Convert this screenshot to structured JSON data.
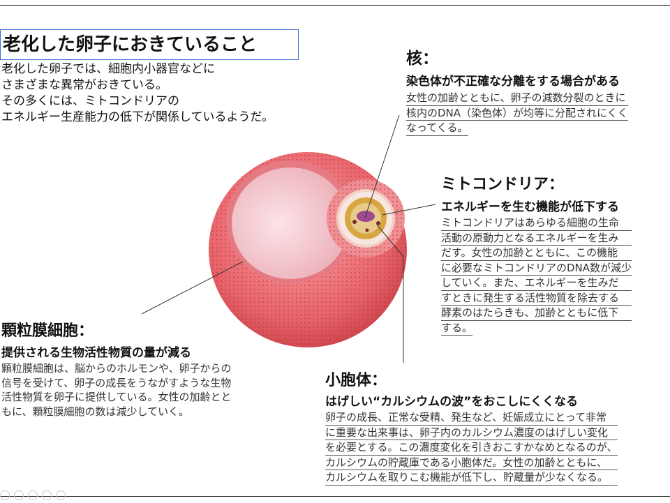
{
  "title": "老化した卵子におきていること",
  "intro": [
    "老化した卵子では、細胞内小器官などに",
    "さまざまな異常がおきている。",
    "その多くには、ミトコンドリアの",
    "エネルギー生産能力の低下が関係しているようだ。"
  ],
  "nucleus": {
    "heading": "核：",
    "subheading": "染色体が不正確な分離をする場合がある",
    "body": [
      "女性の加齢とともに、卵子の減数分裂のときに",
      "核内のDNA（染色体）が均等に分配されにくく",
      "なってくる。"
    ]
  },
  "mitochondria": {
    "heading": "ミトコンドリア：",
    "subheading": "エネルギーを生む機能が低下する",
    "body": [
      "ミトコンドリアはあらゆる細胞の生命",
      "活動の原動力となるエネルギーを生み",
      "だす。女性の加齢とともに、この機能",
      "に必要なミトコンドリアのDNA数が減少",
      "していく。また、エネルギーを生みだ",
      "すときに発生する活性物質を除去する",
      "酵素のはたらきも、加齢とともに低下",
      "する。"
    ]
  },
  "granulosa": {
    "heading": "顆粒膜細胞：",
    "subheading": "提供される生物活性物質の量が減る",
    "body": [
      "顆粒膜細胞は、脳からのホルモンや、卵子からの",
      "信号を受けて、卵子の成長をうながすような生物",
      "活性物質を卵子に提供している。女性の加齢とと",
      "もに、顆粒膜細胞の数は減少していく。"
    ]
  },
  "vesicle": {
    "heading": "小胞体：",
    "subheading": "はげしい“カルシウムの波”をおこしにくくなる",
    "body": [
      "卵子の成長、正常な受精、発生など、妊娠成立にとって非常",
      "に重要な出来事は、卵子内のカルシウム濃度のはげしい変化",
      "を必要とする。この濃度変化を引きおこすかなめとなるのが、",
      "カルシウムの貯蔵庫である小胞体だ。女性の加齢とともに、",
      "カルシウムを取りこむ機能が低下し、貯蔵量が少なくなる。"
    ]
  },
  "colors": {
    "title_border": "#3b6fd6",
    "follicle_outer": "#e8636a",
    "follicle_inner": "#f2b8c0",
    "oocyte_nucleus": "#9a4a8c"
  }
}
